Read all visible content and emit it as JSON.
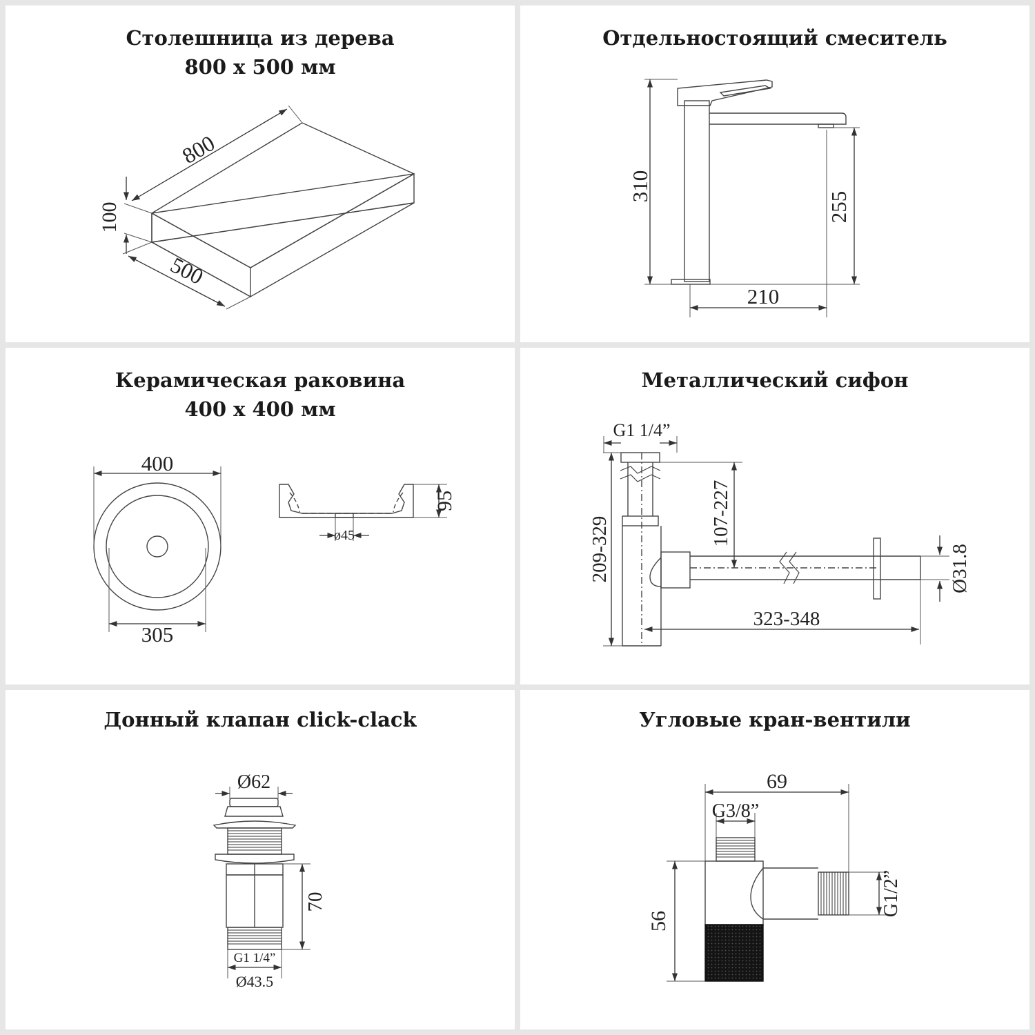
{
  "panels": {
    "countertop": {
      "title_line1": "Столешница из дерева",
      "title_line2": "800 x 500 мм",
      "dims": {
        "length": "800",
        "depth": "500",
        "thickness": "100"
      }
    },
    "faucet": {
      "title": "Отдельностоящий смеситель",
      "dims": {
        "height": "310",
        "spout_height": "255",
        "reach": "210"
      }
    },
    "sink": {
      "title_line1": "Керамическая раковина",
      "title_line2": "400 x 400 мм",
      "dims": {
        "outer": "400",
        "bottom": "305",
        "depth": "95",
        "drain": "ø45"
      }
    },
    "siphon": {
      "title": "Металлический сифон",
      "dims": {
        "thread": "G1 1/4”",
        "height_range": "209-329",
        "inlet_range": "107-227",
        "length_range": "323-348",
        "pipe_diameter": "Ø31.8"
      }
    },
    "valve": {
      "title": "Донный клапан click-clack",
      "dims": {
        "cap_diameter": "Ø62",
        "height": "70",
        "thread": "G1 1/4”",
        "body_diameter": "Ø43.5"
      }
    },
    "angle_valve": {
      "title": "Угловые кран-вентили",
      "dims": {
        "length": "69",
        "top_thread": "G3/8”",
        "height": "56",
        "side_thread": "G1/2”"
      }
    }
  }
}
